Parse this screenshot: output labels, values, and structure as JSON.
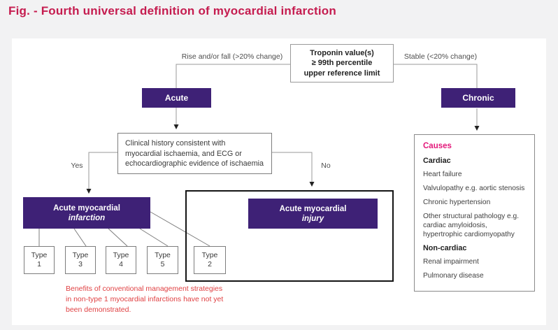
{
  "page": {
    "title": "Fig. - Fourth universal definition of myocardial infarction"
  },
  "colors": {
    "title_accent": "#c51c4f",
    "node_purple": "#3e2176",
    "causes_heading_pink": "#e3187a",
    "note_red": "#e04143",
    "page_background": "#f2f2f3"
  },
  "flowchart": {
    "troponin": {
      "lines": [
        "Troponin value(s)",
        "≥ 99th percentile",
        "upper reference limit"
      ]
    },
    "edge_labels": {
      "rise": "Rise and/or fall (>20% change)",
      "stable": "Stable (<20% change)",
      "yes": "Yes",
      "no": "No"
    },
    "acute": "Acute",
    "chronic": "Chronic",
    "clinical": {
      "lines": [
        "Clinical history consistent with",
        "myocardial ischaemia, and ECG or",
        "echocardiographic evidence of ischaemia"
      ]
    },
    "ami": {
      "line1": "Acute myocardial",
      "line2": "infarction"
    },
    "injury": {
      "line1": "Acute myocardial",
      "line2": "injury"
    },
    "types": [
      [
        "Type",
        "1"
      ],
      [
        "Type",
        "3"
      ],
      [
        "Type",
        "4"
      ],
      [
        "Type",
        "5"
      ],
      [
        "Type",
        "2"
      ]
    ],
    "causes": {
      "heading": "Causes",
      "sections": [
        {
          "heading": "Cardiac",
          "items": [
            "Heart failure",
            "Valvulopathy e.g. aortic stenosis",
            "Chronic hypertension",
            "Other structural pathology e.g. cardiac amyloidosis, hypertrophic cardiomyopathy"
          ]
        },
        {
          "heading": "Non-cardiac",
          "items": [
            "Renal impairment",
            "Pulmonary disease"
          ]
        }
      ]
    },
    "note": {
      "lines": [
        "Benefits of conventional management strategies",
        "in non-type 1 myocardial infarctions have not yet",
        "been demonstrated."
      ]
    }
  }
}
